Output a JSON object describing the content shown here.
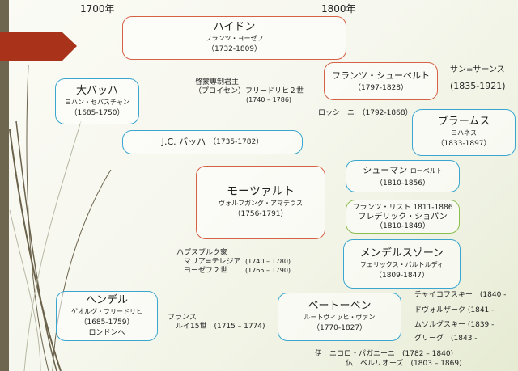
{
  "timeline": {
    "year_1700": "1700年",
    "year_1800": "1800年"
  },
  "colors": {
    "accent_arrow": "#a8321a",
    "sidebar": "#6f6650",
    "box_red": "#d76145",
    "box_blue": "#3aa6cf",
    "box_green": "#8cbd4f",
    "year_line": "#c4705a"
  },
  "boxes": {
    "haydn": {
      "name": "ハイドン",
      "full": "フランツ・ヨーゼフ",
      "years": "（1732-1809）"
    },
    "bach": {
      "name": "大バッハ",
      "full": "ヨハン・セバスチャン",
      "years": "（1685-1750）"
    },
    "jc_bach": {
      "name": "J.C. バッハ",
      "years": "（1735-1782）"
    },
    "schubert": {
      "name": "フランツ・シューベルト",
      "years": "（1797-1828）"
    },
    "brahms": {
      "name": "ブラームス",
      "full": "ヨハネス",
      "years": "（1833-1897）"
    },
    "mozart": {
      "name": "モーツァルト",
      "full": "ヴォルフガング・アマデウス",
      "years": "（1756-1791）"
    },
    "schumann": {
      "name": "シューマン",
      "full": "ローベルト",
      "years": "（1810-1856）"
    },
    "liszt_chopin": {
      "line1": "フランツ・リスト 1811-1886",
      "line2": "フレデリック・ショパン",
      "years": "（1810-1849）"
    },
    "mendelssohn": {
      "name": "メンデルスゾーン",
      "full": "フェリックス・バルトルディ",
      "years": "（1809-1847）"
    },
    "handel": {
      "name": "ヘンデル",
      "full": "ゲオルグ・フリードリヒ",
      "years": "（1685-1759）",
      "note": "ロンドンへ"
    },
    "beethoven": {
      "name": "ベートーベン",
      "full": "ルートヴィッヒ・ヴァン",
      "years": "（1770-1827）"
    }
  },
  "notes": {
    "prussia_line1": "啓蒙専制君主",
    "prussia_line2": "（プロイセン）フリードリヒ２世",
    "prussia_years": "(1740 – 1786)",
    "rossini": "ロッシーニ　（1792-1868）",
    "saint_saens_name": "サン=サーンス",
    "saint_saens_years": "(1835-1921)",
    "habsburg_title": "ハプスブルク家",
    "maria_theresa": "マリア=テレジア",
    "maria_theresa_years": "(1740 – 1780)",
    "joseph2": "ヨーゼフ２世",
    "joseph2_years": "(1765 – 1790)",
    "france_title": "フランス",
    "louis15": "ルイ15世　(1715 – 1774)",
    "tchaikovsky": "チャイコフスキー　(1840 -",
    "dvorak": "ドヴォルザーク (1841 -",
    "mussorgsky": "ムソルグスキー (1839 -",
    "grieg": "グリーグ　(1843 -",
    "paganini": "伊　ニコロ・パガニーニ　(1782 – 1840)",
    "berlioz": "仏　ベルリオーズ　(1803 – 1869)"
  }
}
